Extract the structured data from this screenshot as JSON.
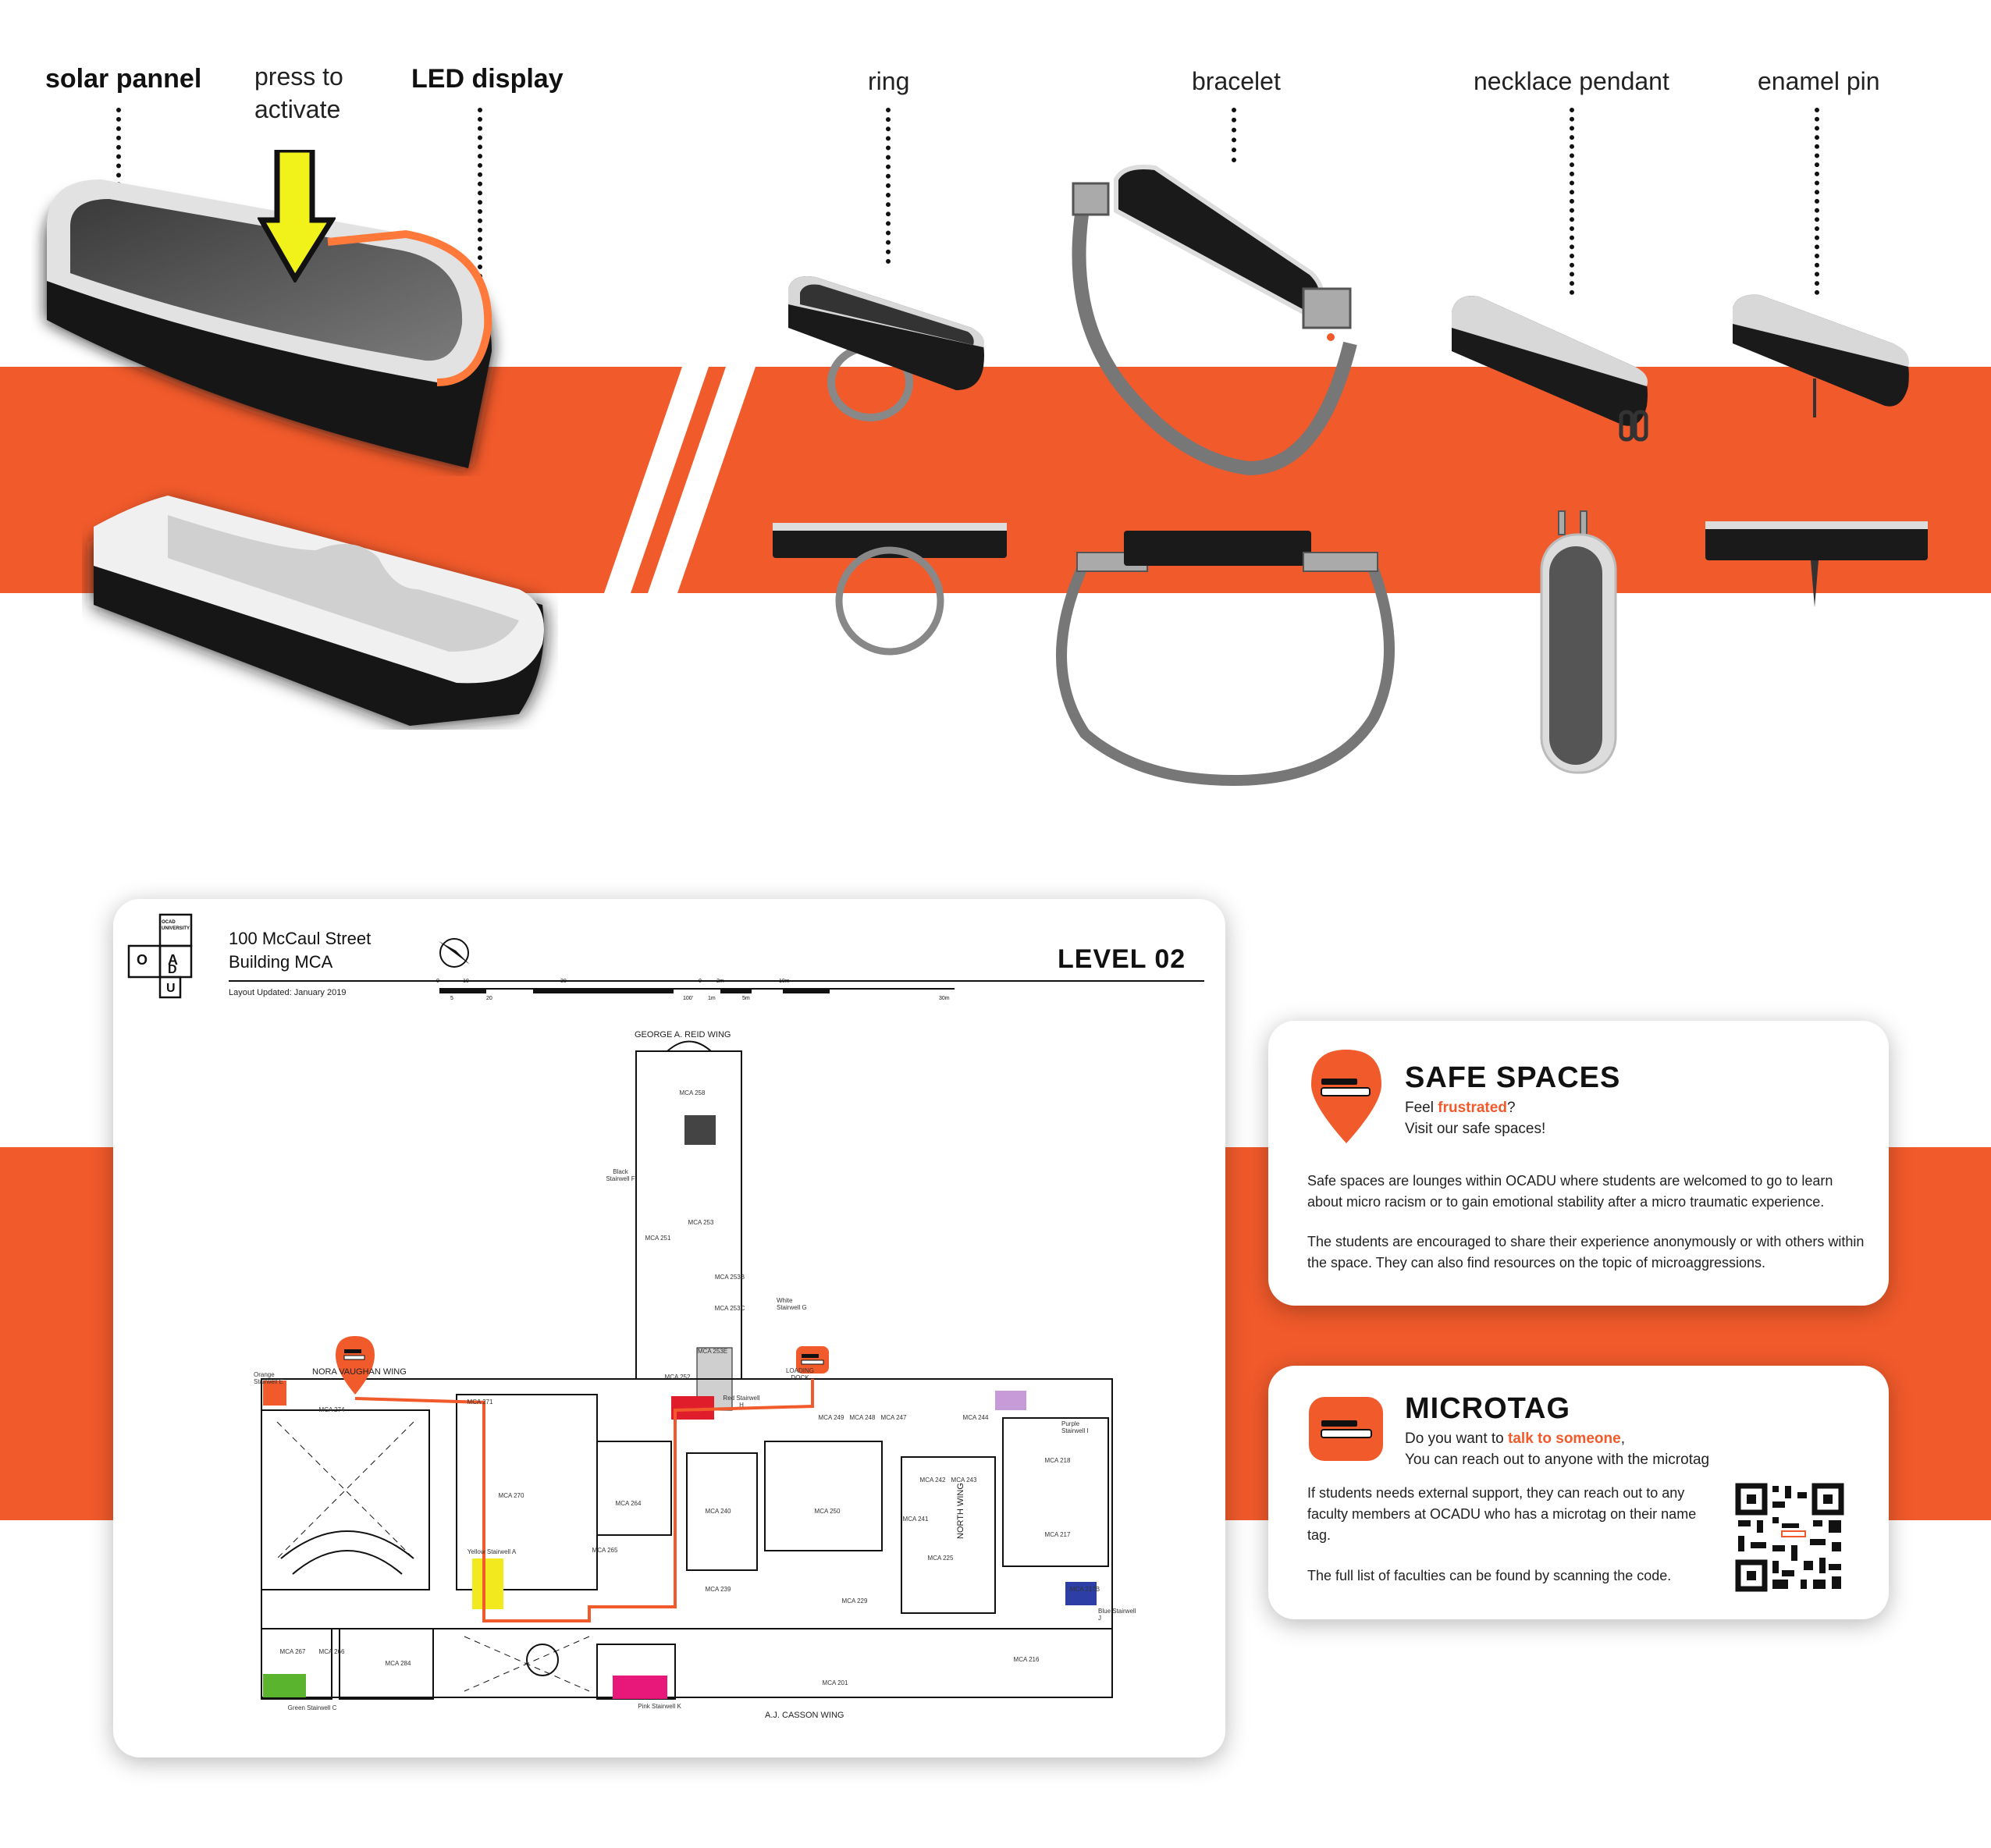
{
  "colors": {
    "accent": "#f15a2b",
    "dark": "#111111",
    "device_body": "#1b1b1b",
    "device_rim": "#d9d9d9",
    "arrow": "#f2f21b"
  },
  "device": {
    "solar_label": "solar pannel",
    "press_label_line1": "press to",
    "press_label_line2": "activate",
    "led_label": "LED display"
  },
  "variants": [
    {
      "label": "ring"
    },
    {
      "label": "bracelet"
    },
    {
      "label": "necklace pendant"
    },
    {
      "label": "enamel pin"
    }
  ],
  "map": {
    "logo_letters": [
      "O",
      "C",
      "A",
      "D",
      "U"
    ],
    "logo_caption": "OCAD UNIVERSITY",
    "address_line1": "100 McCaul Street",
    "address_line2": "Building MCA",
    "updated": "Layout Updated: January 2019",
    "level": "LEVEL 02",
    "scale_top": [
      "0",
      "10",
      "30",
      "0",
      "2m",
      "10m"
    ],
    "scale_bottom": [
      "5",
      "20",
      "100'",
      "1m",
      "5m",
      "30m"
    ],
    "wings": {
      "north": "GEORGE A. REID WING",
      "west": "NORA VAUGHAN WING",
      "south": "A.J. CASSON WING",
      "east": "NORTH WING"
    },
    "stairwells": {
      "orange": "Orange Stairwell E",
      "black": "Black Stairwell F",
      "white": "White Stairwell G",
      "red": "Red Stairwell H",
      "purple": "Purple Stairwell I",
      "blue": "Blue Stairwell J",
      "yellow": "Yellow Stairwell A",
      "green": "Green Stairwell C",
      "pink": "Pink Stairwell K"
    },
    "loading": "LOADING DOCK",
    "rooms": [
      {
        "n": "MCA 258"
      },
      {
        "n": "MCA 253"
      },
      {
        "n": "MCA 251"
      },
      {
        "n": "MCA 253B"
      },
      {
        "n": "MCA 253C"
      },
      {
        "n": "MCA 253E"
      },
      {
        "n": "MCA 252"
      },
      {
        "n": "MCA 271"
      },
      {
        "n": "MCA 274"
      },
      {
        "n": "MCA 270"
      },
      {
        "n": "MCA 264"
      },
      {
        "n": "MCA 265"
      },
      {
        "n": "MCA 249"
      },
      {
        "n": "MCA 248"
      },
      {
        "n": "MCA 247"
      },
      {
        "n": "MCA 244"
      },
      {
        "n": "MCA 242"
      },
      {
        "n": "MCA 243"
      },
      {
        "n": "MCA 241"
      },
      {
        "n": "MCA 250"
      },
      {
        "n": "MCA 240"
      },
      {
        "n": "MCA 239"
      },
      {
        "n": "MCA 229"
      },
      {
        "n": "MCA 225"
      },
      {
        "n": "MCA 218"
      },
      {
        "n": "MCA 217"
      },
      {
        "n": "MCA 217B"
      },
      {
        "n": "MCA 216"
      },
      {
        "n": "MCA 201"
      },
      {
        "n": "MCA 267"
      },
      {
        "n": "MCA 284"
      },
      {
        "n": "MCA 266"
      }
    ]
  },
  "safe_spaces": {
    "title": "SAFE SPACES",
    "line1_prefix": "Feel ",
    "line1_highlight": "frustrated",
    "line1_suffix": "?",
    "line2": "Visit our safe spaces!",
    "para1": "Safe spaces are lounges within OCADU where students are welcomed to go to learn about micro racism or to gain emotional stability after a micro traumatic experience.",
    "para2": "The students are encouraged to share their experience anonymously or with others within the space. They can also find resources on the topic of microaggressions."
  },
  "microtag": {
    "title": "MICROTAG",
    "line1_prefix": "Do you want to ",
    "line1_highlight": "talk to someone",
    "line1_suffix": ",",
    "line2": "You can reach out to anyone with the microtag",
    "para1": "If students needs external support, they can reach out to any faculty members at OCADU who has a microtag on their name tag.",
    "para2": "The full list of faculties can be found by scanning the code."
  }
}
